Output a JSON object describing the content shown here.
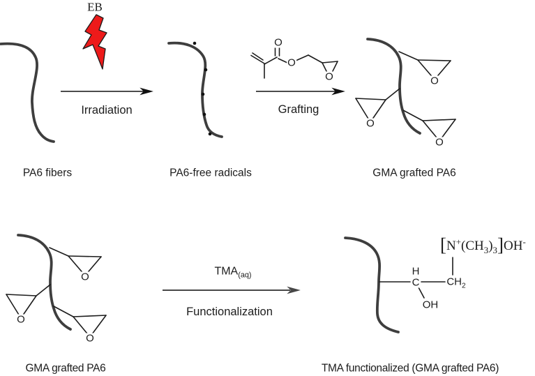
{
  "colors": {
    "bolt_red": "#ed1a1a",
    "line_black": "#1c1c1c",
    "fiber_gray": "#3e3e3e"
  },
  "labels": {
    "eb": "EB",
    "irradiation": "Irradiation",
    "grafting": "Grafting",
    "tma_main": "TMA",
    "tma_sub": "(aq)",
    "functionalization": "Functionalization"
  },
  "captions": {
    "pa6_fibers": "PA6 fibers",
    "pa6_free_radicals": "PA6-free radicals",
    "gma_grafted_top": "GMA grafted PA6",
    "gma_grafted_bottom": "GMA grafted PA6",
    "tma_functionalized": "TMA functionalized (GMA grafted PA6)"
  },
  "atoms": {
    "o": "O",
    "h": "H",
    "c": "C",
    "oh": "OH",
    "ch": "CH",
    "ch2_sub": "2"
  },
  "quat_ammonium": {
    "open_bracket": "[",
    "n": "N",
    "n_charge": "+",
    "open_paren": "(",
    "ch": "CH",
    "ch_sub": "3",
    "close_paren": ")",
    "count_sub": "3",
    "close_bracket": "]",
    "oh": "OH",
    "oh_charge": "-"
  }
}
